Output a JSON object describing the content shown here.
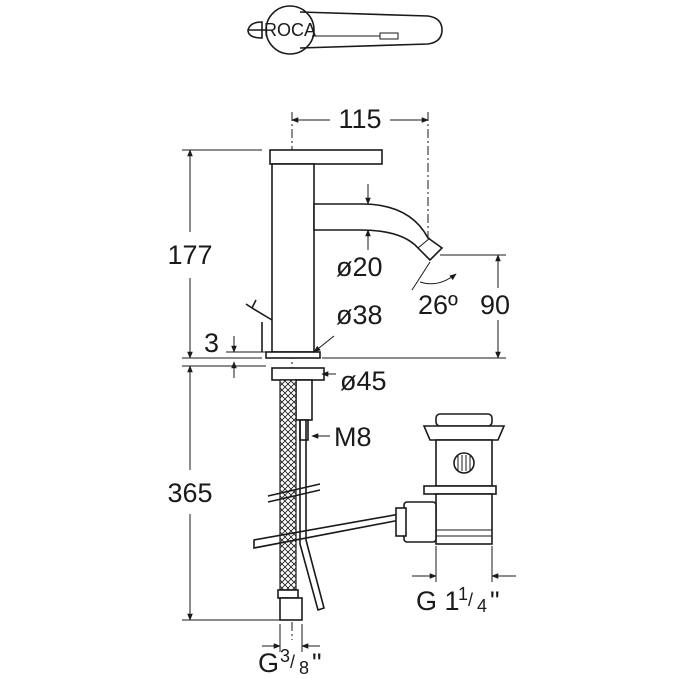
{
  "dimensions": {
    "spout_reach": "115",
    "total_height": "177",
    "spout_diameter": "ø20",
    "body_diameter": "ø38",
    "base_gap": "3",
    "base_diameter": "ø45",
    "stud_thread": "M8",
    "hose_length": "365",
    "spout_angle": "26º",
    "spout_height": "90",
    "waste_thread": {
      "main": "G 1",
      "fraction_num": "1",
      "fraction_den": "4",
      "suffix": "\""
    },
    "hose_thread": {
      "main": "G",
      "fraction_num": "3",
      "fraction_den": "8",
      "suffix": "\""
    }
  },
  "logo_text": "ROCA",
  "colors": {
    "line": "#1a1a1a",
    "background": "#ffffff"
  }
}
